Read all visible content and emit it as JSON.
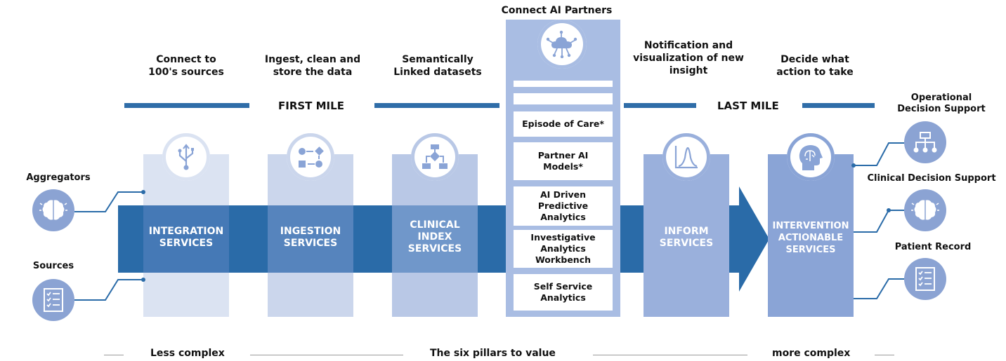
{
  "top_title": "Connect AI Partners",
  "headings": {
    "connect": "Connect to\n100's sources",
    "ingest": "Ingest, clean and\nstore the data",
    "semantic": "Semantically\nLinked datasets",
    "notify": "Notification and\nvisualization of new\ninsight",
    "decide": "Decide what\naction to take"
  },
  "miles": {
    "first": "FIRST MILE",
    "last": "LAST MILE"
  },
  "pillars": {
    "integration": "INTEGRATION\nSERVICES",
    "ingestion": "INGESTION\nSERVICES",
    "clinical": "CLINICAL\nINDEX\nSERVICES",
    "inform": "INFORM\nSERVICES",
    "intervention": "INTERVENTION\nACTIONABLE\nSERVICES"
  },
  "partner_items": [
    "Episode of Care*",
    "Partner AI\nModels*",
    "AI Driven\nPredictive\nAnalytics",
    "Investigative\nAnalytics\nWorkbench",
    "Self Service\nAnalytics"
  ],
  "left": {
    "aggregators": "Aggregators",
    "sources": "Sources"
  },
  "right": {
    "operational": "Operational\nDecision Support",
    "clinical": "Clinical Decision Support",
    "patient": "Patient Record"
  },
  "bottom": {
    "less": "Less complex",
    "pillars": "The six pillars to value",
    "more": "more complex"
  },
  "colors": {
    "arrow": "#2a6ba8",
    "line": "#2f6da8",
    "pillar_light": "#dbe3f2",
    "pillar_mid": "#b9c8e6",
    "pillar_dark": "#9db1dc",
    "side_circle": "#8ba3d3"
  },
  "icons": [
    "usb-icon",
    "workflow-icon",
    "flowchart-icon",
    "cloud-network-icon",
    "bell-curve-icon",
    "brain-head-icon",
    "brain-icon",
    "checklist-icon",
    "hierarchy-icon"
  ]
}
